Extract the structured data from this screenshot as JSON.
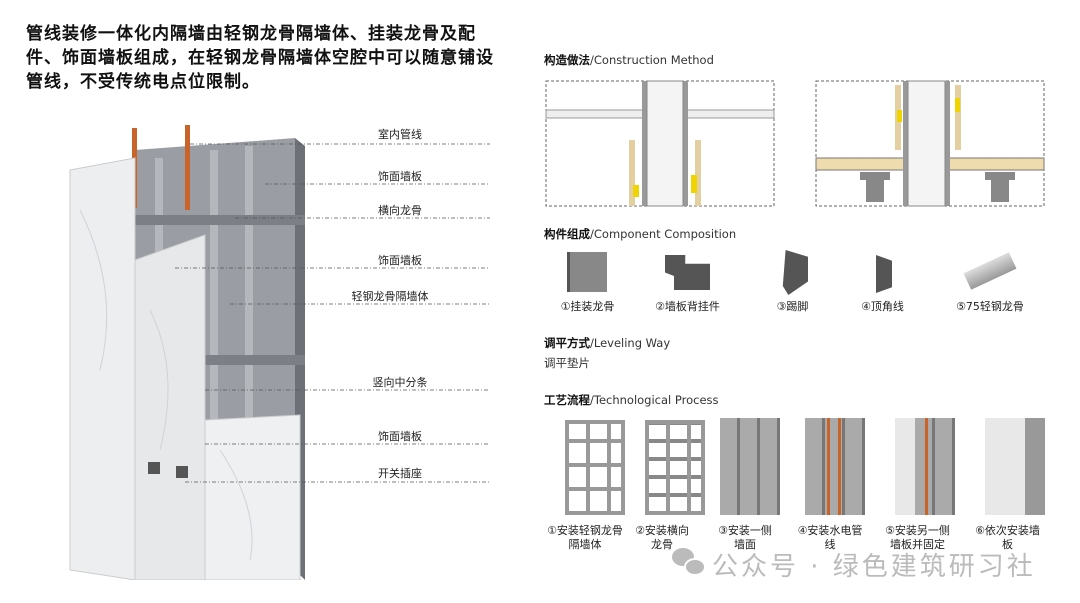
{
  "intro": "管线装修一体化内隔墙由轻钢龙骨隔墙体、挂装龙骨及配件、饰面墙板组成，在轻钢龙骨隔墙体空腔中可以随意铺设管线，不受传统电点位限制。",
  "wall_labels": [
    "室内管线",
    "饰面墙板",
    "横向龙骨",
    "饰面墙板",
    "轻钢龙骨隔墙体",
    "竖向中分条",
    "饰面墙板",
    "开关插座"
  ],
  "sections": {
    "construction": {
      "cn": "构造做法",
      "en": "/Construction Method"
    },
    "components": {
      "cn": "构件组成",
      "en": "/Component Composition",
      "items": [
        "①挂装龙骨",
        "②墙板背挂件",
        "③踢脚",
        "④顶角线",
        "⑤75轻钢龙骨"
      ]
    },
    "leveling": {
      "cn": "调平方式",
      "en": "/Leveling Way",
      "value": "调平垫片"
    },
    "process": {
      "cn": "工艺流程",
      "en": "/Technological Process",
      "steps": [
        [
          "①安装轻钢龙骨",
          "隔墙体"
        ],
        [
          "②安装横向",
          "龙骨"
        ],
        [
          "③安装一侧",
          "墙面"
        ],
        [
          "④安装水电管",
          "线"
        ],
        [
          "⑤安装另一侧",
          "墙板并固定"
        ],
        [
          "⑥依次安装墙",
          "板"
        ]
      ]
    }
  },
  "watermark": "公众号 · 绿色建筑研习社",
  "colors": {
    "pipe": "#c8632a",
    "frame": "#8a8d93",
    "panel": "#eceef0"
  }
}
